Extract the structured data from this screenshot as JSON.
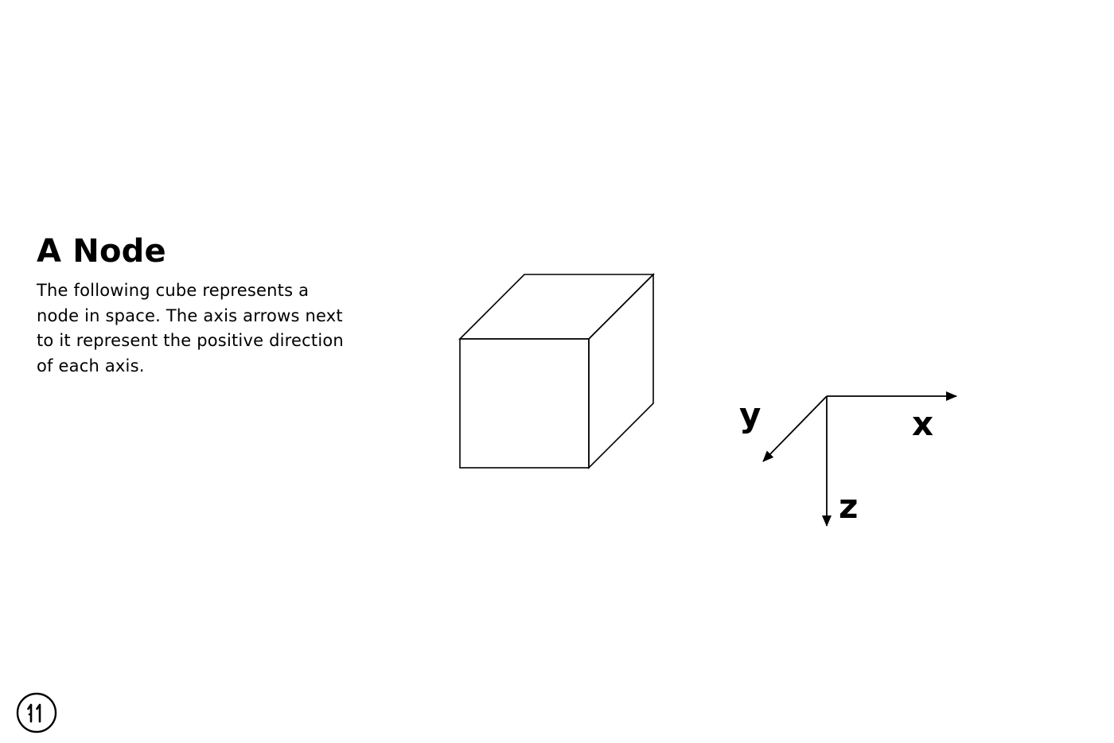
{
  "heading": {
    "title": "A Node",
    "description": "The following cube represents a node in space. The axis arrows next to it represent the positive direction of each axis."
  },
  "diagram": {
    "axes": {
      "x_label": "x",
      "y_label": "y",
      "z_label": "z"
    }
  },
  "logo": {
    "icon": "brand-logo-icon",
    "text": "11"
  }
}
